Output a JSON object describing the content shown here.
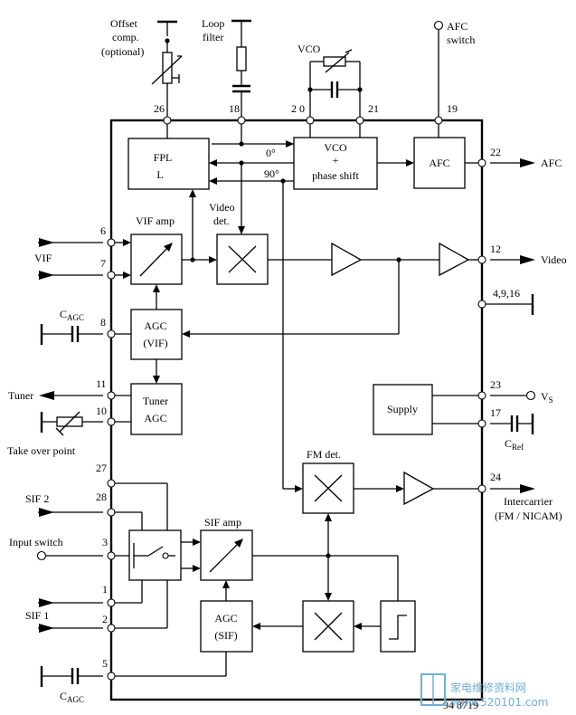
{
  "labels": {
    "offset": [
      "Offset",
      "comp.",
      "(optional)"
    ],
    "loop_filter": [
      "Loop",
      "filter"
    ],
    "vco_top": "VCO",
    "afc_switch": [
      "AFC",
      "switch"
    ],
    "angle_0": "0°",
    "angle_90": "90°",
    "video_det": [
      "Video",
      "det."
    ],
    "vif_amp": "VIF amp",
    "vif": "VIF",
    "cagc": "C",
    "cagc_sub": "AGC",
    "tuner": "Tuner",
    "take_over": "Take over point",
    "sif2": "SIF 2",
    "input_switch": "Input switch",
    "sif1": "SIF 1",
    "sif_amp": "SIF amp",
    "fm_det": "FM det.",
    "afc_out": "AFC",
    "video_out": "Video",
    "vs": "V",
    "vs_sub": "S",
    "cref": "C",
    "cref_sub": "Ref",
    "intercarrier": [
      "Intercarrier",
      "(FM / NICAM)"
    ],
    "drawing_code": "94 8719"
  },
  "blocks": {
    "fpl": [
      "FPL",
      "L"
    ],
    "vco": [
      "VCO",
      "+",
      "phase shift"
    ],
    "afc": "AFC",
    "agc_vif": [
      "AGC",
      "(VIF)"
    ],
    "tuner_agc": [
      "Tuner",
      "AGC"
    ],
    "supply": "Supply",
    "agc_sif": [
      "AGC",
      "(SIF)"
    ]
  },
  "pins": {
    "p26": "26",
    "p18": "18",
    "p20": "2 0",
    "p21": "21",
    "p19": "19",
    "p22": "22",
    "p12": "12",
    "p4916": "4,9,16",
    "p23": "23",
    "p17": "17",
    "p24": "24",
    "p6": "6",
    "p7": "7",
    "p8": "8",
    "p11": "11",
    "p10": "10",
    "p27": "27",
    "p28": "28",
    "p3": "3",
    "p1": "1",
    "p2": "2",
    "p5": "5"
  },
  "watermark": {
    "chinese": "家电维修资料网",
    "url": "www.520101.com"
  }
}
